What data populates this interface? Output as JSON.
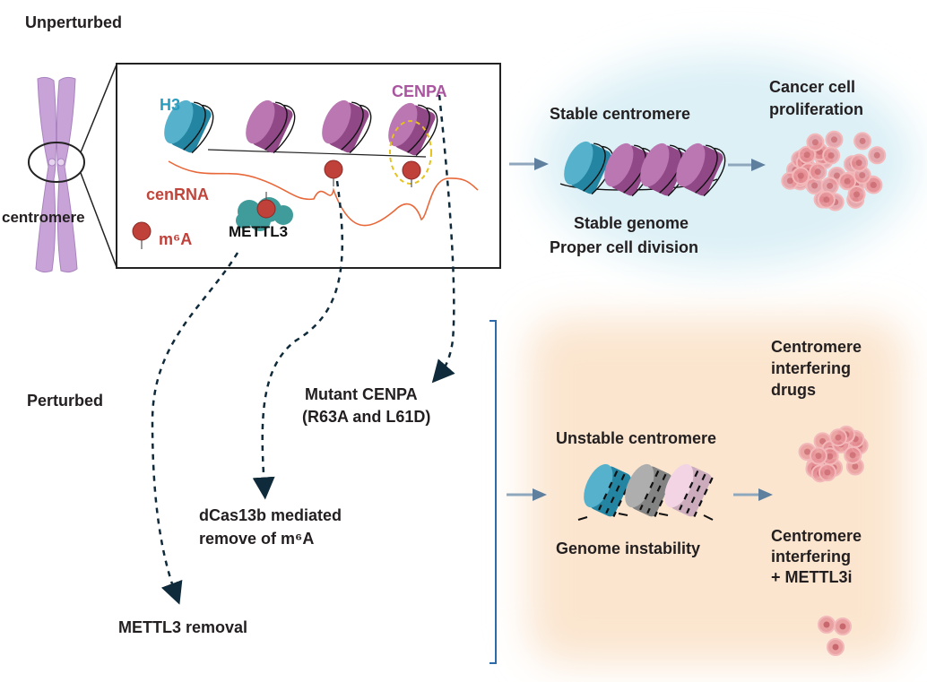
{
  "sections": {
    "unperturbed": "Unperturbed",
    "perturbed": "Perturbed"
  },
  "chromosome": {
    "label": "centromere"
  },
  "inset": {
    "h3": "H3",
    "cenpa": "CENPA",
    "cenrna": "cenRNA",
    "m6a": "m⁶A",
    "mettl3": "METTL3"
  },
  "unperturbed_path": {
    "stable_centromere": "Stable centromere",
    "stable_genome": "Stable genome",
    "proper_division": "Proper cell division",
    "outcome_line1": "Cancer cell",
    "outcome_line2": "proliferation"
  },
  "perturbations": {
    "mutant_line1": "Mutant CENPA",
    "mutant_line2": "(R63A and L61D)",
    "dcas_line1": "dCas13b mediated",
    "dcas_line2": "remove of m⁶A",
    "mettl3_removal": "METTL3 removal"
  },
  "perturbed_path": {
    "unstable_centromere": "Unstable centromere",
    "genome_instability": "Genome instability",
    "drugs_line1": "Centromere",
    "drugs_line2": "interfering",
    "drugs_line3": "drugs",
    "combo_line1": "Centromere",
    "combo_line2": "interfering",
    "combo_line3": "+ METTL3i"
  },
  "colors": {
    "h3": "#2a9dbf",
    "cenpa": "#a9559f",
    "m6a": "#c0403a",
    "cenrna": "#e8683a",
    "mettl3": "#3f9c9a",
    "arrow": "#5f7f9f",
    "unperturbed_bg": "#dcf0f6",
    "perturbed_bg": "#fbe5cf",
    "cells": "#e58f94"
  }
}
